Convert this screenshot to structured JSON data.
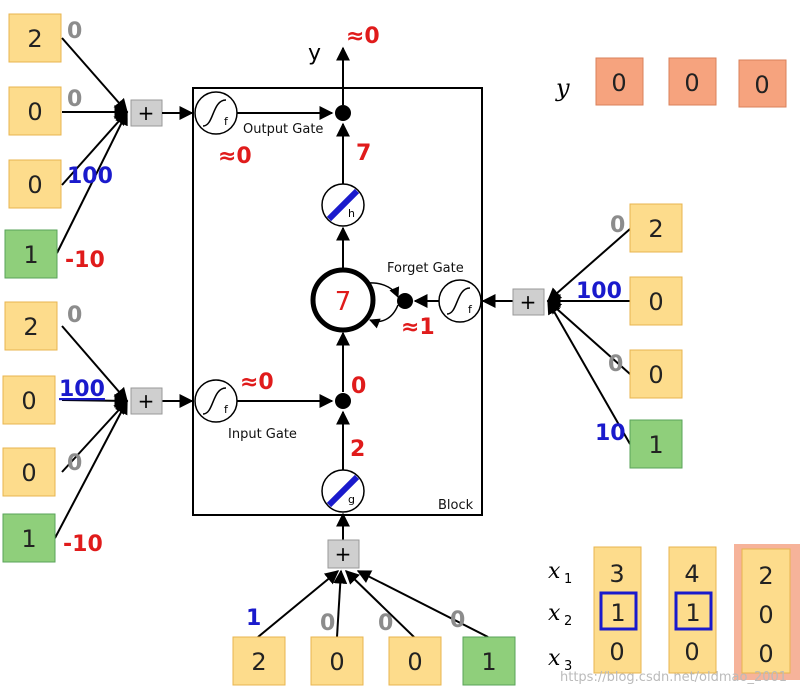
{
  "colors": {
    "cell_fill": "#fddc8c",
    "cell_stroke": "#e8b54f",
    "bias_fill": "#8fcf7b",
    "bias_stroke": "#5aa35a",
    "out_fill": "#f6a37e",
    "out_stroke": "#d9805b",
    "red": "#e01b1b",
    "blue": "#1a1acc",
    "gray": "#8c8c8c"
  },
  "output_gate_inputs": {
    "cells": [
      "2",
      "0",
      "0",
      "1"
    ],
    "weights": [
      "0",
      "0",
      "100",
      "-10"
    ]
  },
  "input_gate_inputs": {
    "cells": [
      "2",
      "0",
      "0",
      "1"
    ],
    "weights": [
      "0",
      "100",
      "0",
      "-10"
    ]
  },
  "forget_gate_inputs": {
    "cells": [
      "2",
      "0",
      "0",
      "1"
    ],
    "weights": [
      "0",
      "100",
      "0",
      "10"
    ]
  },
  "bottom_inputs": {
    "cells": [
      "2",
      "0",
      "0",
      "1"
    ],
    "weights": [
      "1",
      "0",
      "0",
      "0"
    ]
  },
  "block": {
    "label": "Block",
    "output_gate_label": "Output Gate",
    "input_gate_label": "Input Gate",
    "forget_gate_label": "Forget Gate",
    "y_label": "y",
    "sigmoid_symbol": "f",
    "g_symbol": "g",
    "h_symbol": "h",
    "plus_symbol": "+",
    "values": {
      "y_out": "≈0",
      "output_gate": "≈0",
      "h_out": "7",
      "memory": "7",
      "forget_gate": "≈1",
      "input_gate": "≈0",
      "input_mult": "0",
      "g_out": "2"
    }
  },
  "outputs": {
    "label": "y",
    "values": [
      "0",
      "0",
      "0"
    ]
  },
  "inputs_seq": {
    "row_labels": [
      "x",
      "x",
      "x"
    ],
    "row_subs": [
      "1",
      "2",
      "3"
    ],
    "columns": [
      [
        "3",
        "1",
        "0"
      ],
      [
        "4",
        "1",
        "0"
      ],
      [
        "2",
        "0",
        "0"
      ]
    ]
  },
  "watermark": "https://blog.csdn.net/oldmao_2001"
}
